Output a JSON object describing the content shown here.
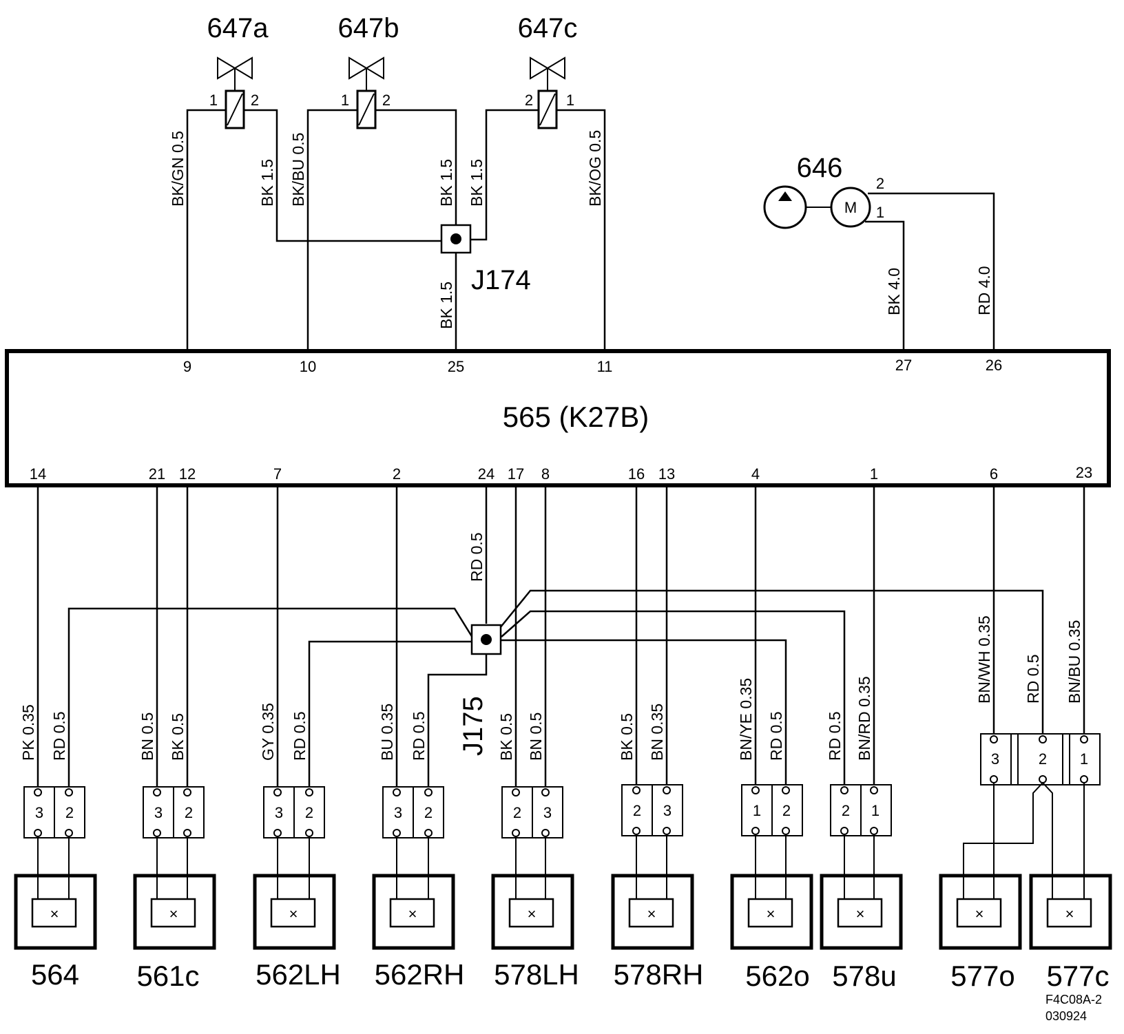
{
  "valves": [
    {
      "name": "647a",
      "pinLeft": "1",
      "pinRight": "2"
    },
    {
      "name": "647b",
      "pinLeft": "1",
      "pinRight": "2"
    },
    {
      "name": "647c",
      "pinLeft": "2",
      "pinRight": "1"
    }
  ],
  "pump": {
    "name": "646",
    "motor": "M",
    "pin_top": "2",
    "pin_bottom": "1"
  },
  "junctions": {
    "top": "J174",
    "bottom": "J175"
  },
  "ecu": {
    "label": "565 (K27B)",
    "top_pins": [
      "9",
      "10",
      "25",
      "11",
      "27",
      "26"
    ],
    "bottom_pins": [
      "14",
      "21",
      "12",
      "7",
      "2",
      "24",
      "17",
      "8",
      "16",
      "13",
      "4",
      "1",
      "6",
      "23"
    ]
  },
  "wire_labels": {
    "top": [
      "BK/GN 0.5",
      "BK 1.5",
      "BK/BU 0.5",
      "BK 1.5",
      "BK 1.5",
      "BK/OG 0.5",
      "BK 1.5",
      "BK  4.0",
      "RD  4.0"
    ],
    "j175_feed": "RD   0.5",
    "bottom": [
      "PK 0.35",
      "RD 0.5",
      "BN 0.5",
      "BK 0.5",
      "GY 0.35",
      "RD 0.5",
      "BU 0.35",
      "RD 0.5",
      "BK 0.5",
      "BN 0.5",
      "BK  0.5",
      "BN 0.35",
      "BN/YE 0.35",
      "RD 0.5",
      "RD 0.5",
      "BN/RD 0.35",
      "BN/WH 0.35",
      "RD 0.5",
      "BN/BU 0.35"
    ]
  },
  "connectors": [
    {
      "pins": [
        "3",
        "2"
      ]
    },
    {
      "pins": [
        "3",
        "2"
      ]
    },
    {
      "pins": [
        "3",
        "2"
      ]
    },
    {
      "pins": [
        "3",
        "2"
      ]
    },
    {
      "pins": [
        "2",
        "3"
      ]
    },
    {
      "pins": [
        "2",
        "3"
      ]
    },
    {
      "pins": [
        "1",
        "2"
      ]
    },
    {
      "pins": [
        "2",
        "1"
      ]
    },
    {
      "pins": [
        "3",
        "2",
        "1"
      ]
    }
  ],
  "sensors": [
    {
      "name": "564",
      "symbol": "×"
    },
    {
      "name": "561c",
      "symbol": "×"
    },
    {
      "name": "562LH",
      "symbol": "×"
    },
    {
      "name": "562RH",
      "symbol": "×"
    },
    {
      "name": "578LH",
      "symbol": "×"
    },
    {
      "name": "578RH",
      "symbol": "×"
    },
    {
      "name": "562o",
      "symbol": "×"
    },
    {
      "name": "578u",
      "symbol": "×"
    },
    {
      "name": "577o",
      "symbol": "×"
    },
    {
      "name": "577c",
      "symbol": "×"
    }
  ],
  "footer": {
    "code": "F4C08A-2",
    "date": "030924"
  }
}
